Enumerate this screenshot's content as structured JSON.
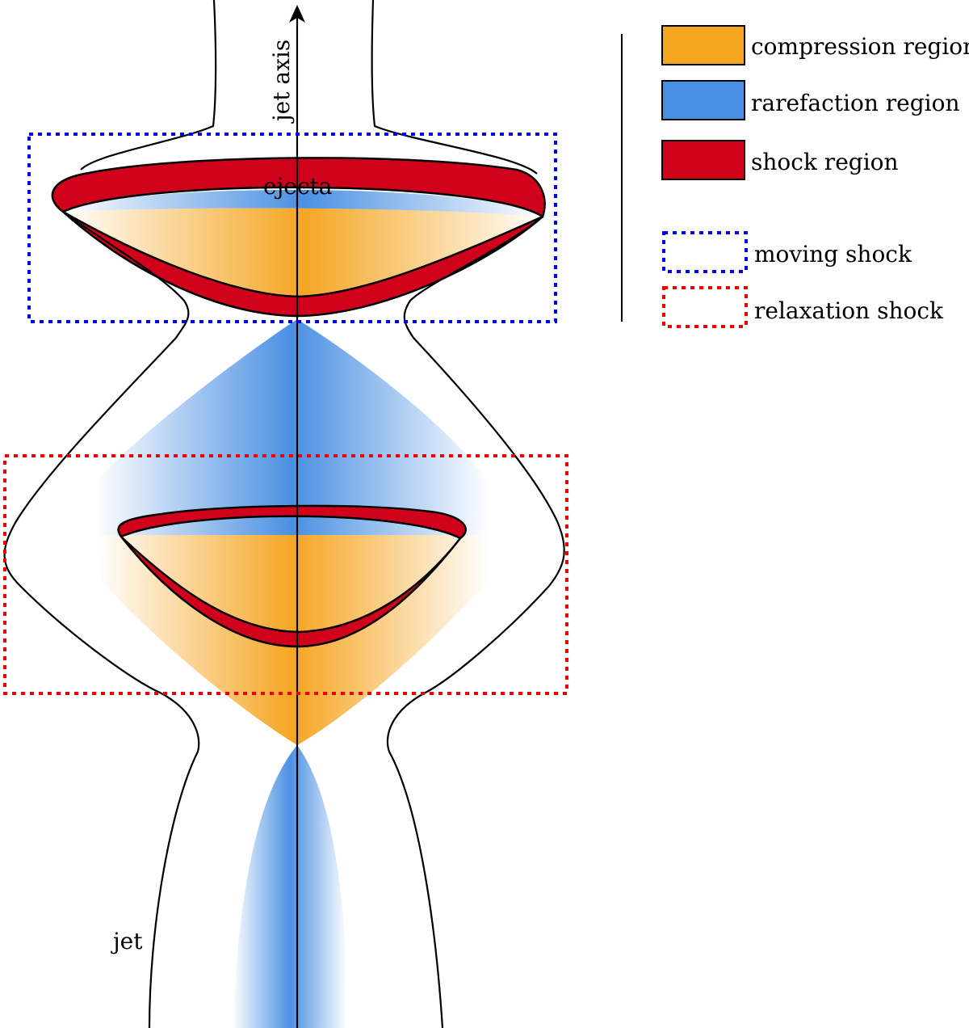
{
  "labels": {
    "jet_axis": "jet axis",
    "ejecta": "ejecta",
    "jet": "jet"
  },
  "legend": {
    "compression": "compression region",
    "rarefaction": "rarefaction region",
    "shock": "shock region",
    "moving_shock": "moving shock",
    "relaxation_shock": "relaxation shock"
  },
  "colors": {
    "compression": "#f5a623",
    "rarefaction": "#4a90e2",
    "shock": "#d0021b",
    "moving_box": "#0000ee",
    "relaxation_box": "#ee0000",
    "outline": "#000000"
  }
}
